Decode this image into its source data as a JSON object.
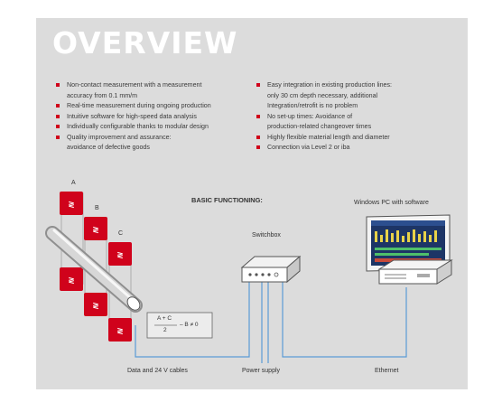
{
  "title": "OVERVIEW",
  "features_left": [
    {
      "lines": [
        "Non-contact measurement with a measurement",
        "accuracy from 0.1 mm/m"
      ]
    },
    {
      "lines": [
        "Real-time measurement during ongoing production"
      ]
    },
    {
      "lines": [
        "Intuitive software for high-speed data analysis"
      ]
    },
    {
      "lines": [
        "Individually configurable thanks to modular design"
      ]
    },
    {
      "lines": [
        "Quality improvement and assurance:",
        "avoidance of defective goods"
      ]
    }
  ],
  "features_right": [
    {
      "lines": [
        "Easy integration in existing production lines:",
        "only 30 cm depth necessary, additional",
        "Integration/retrofit is no problem"
      ]
    },
    {
      "lines": [
        "No set-up times: Avoidance of",
        "production-related changeover times"
      ]
    },
    {
      "lines": [
        "Highly flexible material length and diameter"
      ]
    },
    {
      "lines": [
        "Connection via Level 2 or iba"
      ]
    }
  ],
  "diagram": {
    "heading": "BASIC FUNCTIONING:",
    "sensor_labels": [
      "A",
      "B",
      "C"
    ],
    "switchbox_label": "Switchbox",
    "pc_label": "Windows PC with software",
    "formula": {
      "numerator": "A + C",
      "denominator": "2",
      "rest": "– B ≠ 0"
    },
    "cable_labels": [
      "Data and 24 V cables",
      "Power supply",
      "Ethernet"
    ]
  },
  "colors": {
    "accent": "#d0021b",
    "panel": "#dcdcdc",
    "title": "#ffffff",
    "line": "#5b9bd5"
  }
}
